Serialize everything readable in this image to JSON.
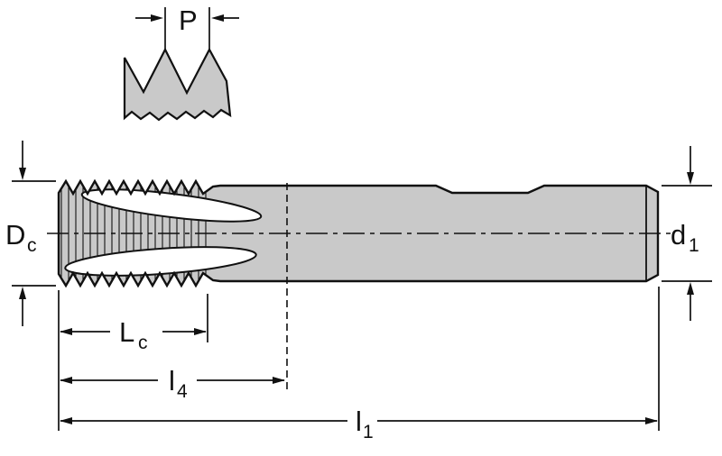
{
  "diagram": {
    "type": "technical-drawing",
    "description": "Thread milling cutter dimensional drawing with pitch detail",
    "colors": {
      "body_fill": "#c9c9c9",
      "flute_fill": "#ffffff",
      "line": "#111111",
      "background": "#ffffff"
    },
    "labels": {
      "pitch": {
        "main": "P",
        "sub": ""
      },
      "cutting_diameter": {
        "main": "D",
        "sub": "c"
      },
      "shank_diameter": {
        "main": "d",
        "sub": "1"
      },
      "cutting_length": {
        "main": "L",
        "sub": "c"
      },
      "flute_length": {
        "main": "l",
        "sub": "4"
      },
      "overall_length": {
        "main": "l",
        "sub": "1"
      }
    }
  }
}
